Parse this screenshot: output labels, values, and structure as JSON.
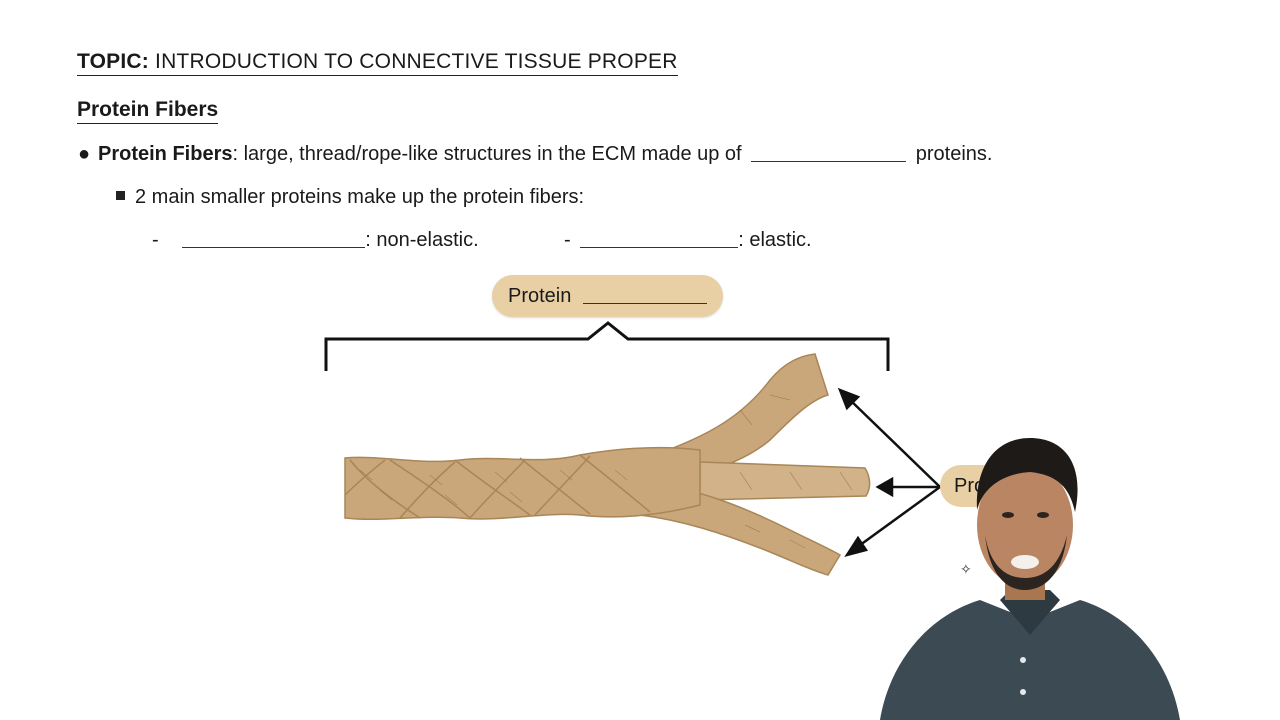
{
  "topic": {
    "prefix": "TOPIC:",
    "title": "INTRODUCTION TO CONNECTIVE TISSUE PROPER"
  },
  "section": {
    "heading": "Protein Fibers"
  },
  "bullet1": {
    "term": "Protein Fibers",
    "text_before": ": large, thread/rope-like structures in the ECM made up of",
    "text_after": "proteins."
  },
  "bullet2": {
    "text": "2 main smaller proteins make up the protein fibers:"
  },
  "sub_items": [
    {
      "dash": "-",
      "suffix": ": non-elastic."
    },
    {
      "dash": "-",
      "suffix": ": elastic."
    }
  ],
  "diagram": {
    "top_label": "Protein",
    "side_label": "Pro",
    "rope_color": "#c9a77a",
    "rope_dark": "#a88657",
    "label_bg": "#e9cfa4"
  },
  "presenter": {
    "shirt_color": "#3c4a54",
    "skin_color": "#b98563"
  }
}
